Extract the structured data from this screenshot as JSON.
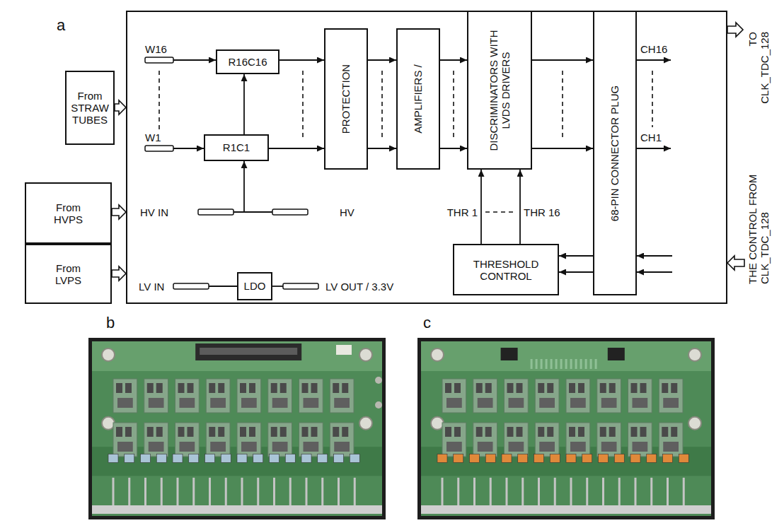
{
  "diagram": {
    "nodes": [
      {
        "text": [
          "a"
        ]
      },
      {
        "text": [
          "From STRAW TUBES"
        ]
      },
      {
        "text": [
          "From HVPS"
        ]
      },
      {
        "text": [
          "From LVPS"
        ]
      },
      {
        "text": [
          "R16C16"
        ],
        "in": 0
      },
      {
        "text": [
          "R1C1"
        ],
        "in": 0
      },
      {
        "text": [
          "PROTECTION"
        ],
        "in": 0
      },
      {
        "text": [
          "AMPLIFIERS /"
        ],
        "in": 0
      },
      {
        "text": [
          "DISCRIMINATORS WITH LVDS DRIVERS"
        ],
        "in": 0
      },
      {
        "text": [
          "THRESHOLD CONTROL"
        ],
        "in": 0
      },
      {
        "text": [
          "68-PIN CONNECTOR PLUG"
        ],
        "in": 0
      },
      {
        "text": [
          "LDO"
        ],
        "in": 0
      }
    ],
    "edges": [
      {
        "from": 1,
        "to": 0,
        "arrow": "to"
      },
      {
        "from": 2,
        "to": 0,
        "arrow": "to"
      },
      {
        "from": 3,
        "to": 0,
        "arrow": "to"
      },
      {
        "from": 5,
        "to": 4,
        "arrow": "to"
      },
      {
        "from": 4,
        "to": 6,
        "arrow": "to"
      },
      {
        "from": 5,
        "to": 6,
        "arrow": "to"
      },
      {
        "from": 6,
        "to": 7,
        "arrow": "to"
      },
      {
        "from": 6,
        "to": 7,
        "arrow": "to"
      },
      {
        "from": 7,
        "to": 8,
        "arrow": "to"
      },
      {
        "from": 7,
        "to": 8,
        "arrow": "to"
      },
      {
        "from": 8,
        "to": 10,
        "arrow": "to"
      },
      {
        "from": 8,
        "to": 10,
        "arrow": "to"
      },
      {
        "from": 9,
        "to": 8,
        "label": "THR 1",
        "arrow": "to"
      },
      {
        "from": 9,
        "to": 8,
        "label": "THR 16",
        "arrow": "to"
      },
      {
        "from": 10,
        "to": 9,
        "arrow": "to"
      },
      {
        "from": 10,
        "to": 9,
        "arrow": "to"
      }
    ],
    "labels": [
      "W16",
      "W1",
      "HV IN",
      "HV",
      "LV IN",
      "LV OUT / 3.3V",
      "CH16",
      "CH1",
      "TO CLK_TDC_128",
      "THE CONTROL FROM CLK_TDC_128",
      "b",
      "c"
    ]
  }
}
